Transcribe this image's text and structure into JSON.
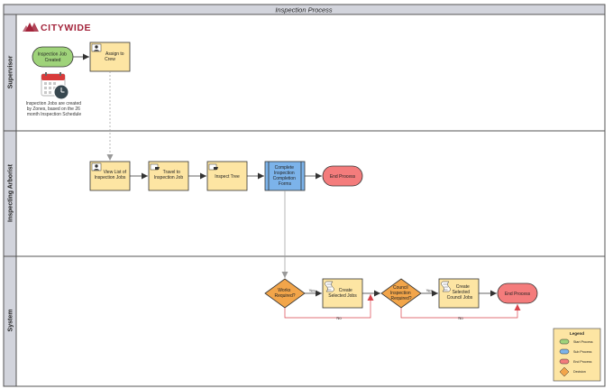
{
  "title": "Inspection Process",
  "brand": {
    "name": "CITYWIDE",
    "logo_icon": "citywide-logo-icon",
    "color": "#a3243b"
  },
  "lanes": {
    "supervisor": "Supervisor",
    "arborist": "Inspecting Arborist",
    "system": "System"
  },
  "nodes": {
    "job_created": [
      "Inspection Job",
      "Created"
    ],
    "assign_crew": [
      "Assign to",
      "Crew"
    ],
    "view_list": [
      "View List of",
      "Inspection Jobs"
    ],
    "travel": [
      "Travel to",
      "Inspection Job"
    ],
    "inspect_tree": [
      "Inspect Tree"
    ],
    "complete_forms": [
      "Complete",
      "Inspection",
      "Completion",
      "Forms"
    ],
    "end_arborist": [
      "End Process"
    ],
    "works_required": [
      "Works",
      "Required?"
    ],
    "create_jobs": [
      "Create",
      "Selected Jobs"
    ],
    "council_required": [
      "Council",
      "Inspection",
      "Required?"
    ],
    "create_council_jobs": [
      "Create",
      "Selected",
      "Council Jobs"
    ],
    "end_system": [
      "End Process"
    ]
  },
  "note": [
    "Inspection Jobs are created",
    "by Zones, based on the 26",
    "month Inspection Schedule"
  ],
  "edge_labels": {
    "yes": "Yes",
    "no": "No"
  },
  "legend": {
    "title": "Legend",
    "items": [
      {
        "label": "Start Process",
        "color": "#9fd37a"
      },
      {
        "label": "Sub Process",
        "color": "#7cb3ea"
      },
      {
        "label": "End Process",
        "color": "#f47c7c"
      },
      {
        "label": "Decision",
        "color": "#f2a54a"
      }
    ]
  },
  "colors": {
    "task": "#fde5a3",
    "start": "#9fd37a",
    "end": "#f47c7c",
    "subprocess": "#7cb3ea",
    "decision": "#f2a54a",
    "lane_header": "#d2d4dc",
    "no_path": "#d9434b"
  }
}
